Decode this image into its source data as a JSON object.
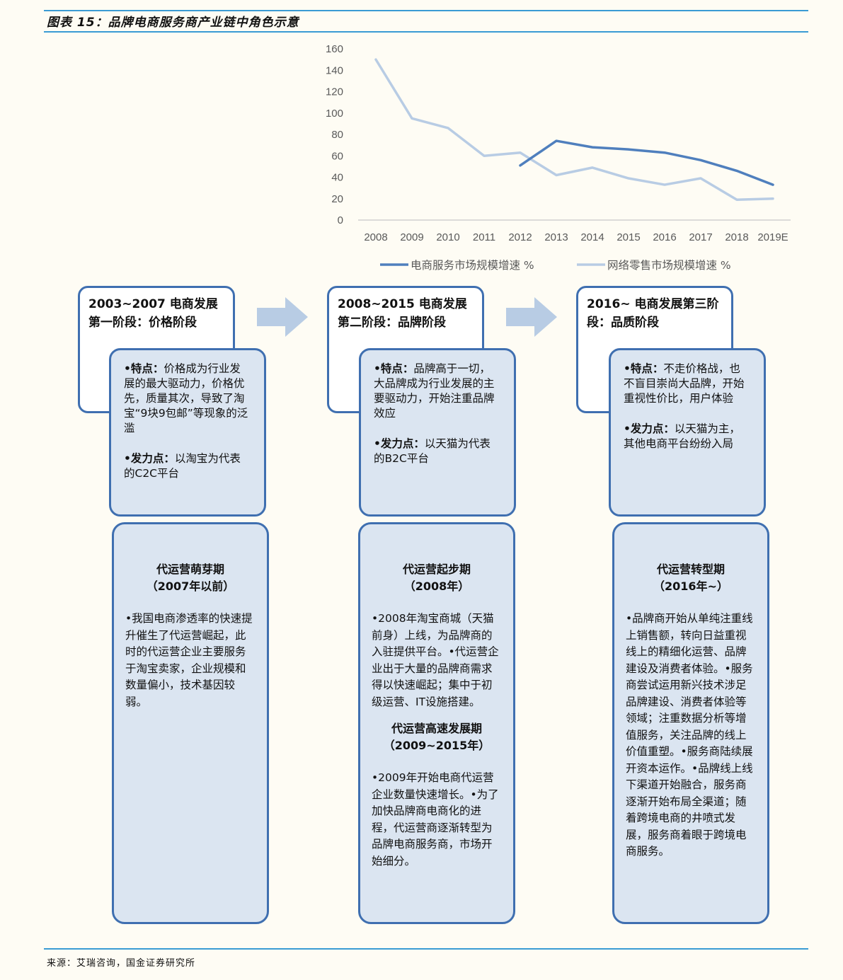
{
  "figure_title": "图表 15：品牌电商服务商产业链中角色示意",
  "source": "来源：艾瑞咨询，国金证券研究所",
  "colors": {
    "series1": "#4f7fbd",
    "series2": "#b8cce4",
    "rule": "#3a9bd4",
    "box_border": "#3f6fb0",
    "box_fill": "#dbe5f1"
  },
  "chart_data": {
    "type": "line",
    "categories": [
      "2008",
      "2009",
      "2010",
      "2011",
      "2012",
      "2013",
      "2014",
      "2015",
      "2016",
      "2017",
      "2018",
      "2019E"
    ],
    "ylim": [
      0,
      160
    ],
    "yticks": [
      0,
      20,
      40,
      60,
      80,
      100,
      120,
      140,
      160
    ],
    "grid": false,
    "legend_position": "bottom",
    "series": [
      {
        "name": "电商服务市场规模增速 %",
        "color": "#4f7fbd",
        "values": [
          null,
          null,
          null,
          null,
          51,
          74,
          68,
          66,
          63,
          56,
          46,
          33
        ]
      },
      {
        "name": "网络零售市场规模增速 %",
        "color": "#b8cce4",
        "values": [
          150,
          95,
          86,
          60,
          63,
          42,
          49,
          39,
          33,
          39,
          19,
          20
        ]
      }
    ]
  },
  "stages": [
    {
      "title": "2003~2007 电商发展第一阶段：价格阶段",
      "feature_label": "•特点：",
      "feature_text": "价格成为行业发展的最大驱动力，价格优先，质量其次，导致了淘宝“9块9包邮”等现象的泛滥",
      "force_label": "•发力点：",
      "force_text": "以淘宝为代表的C2C平台",
      "ops": [
        {
          "title": "代运营萌芽期",
          "sub": "（2007年以前）",
          "text": "•我国电商渗透率的快速提升催生了代运营崛起，此时的代运营企业主要服务于淘宝卖家，企业规模和数量偏小，技术基因较弱。"
        }
      ]
    },
    {
      "title": "2008~2015 电商发展第二阶段：品牌阶段",
      "feature_label": "•特点：",
      "feature_text": "品牌高于一切，大品牌成为行业发展的主要驱动力，开始注重品牌效应",
      "force_label": "•发力点：",
      "force_text": "以天猫为代表的B2C平台",
      "ops": [
        {
          "title": "代运营起步期",
          "sub": "（2008年）",
          "text": "•2008年淘宝商城（天猫前身）上线，为品牌商的入驻提供平台。•代运营企业出于大量的品牌商需求得以快速崛起；集中于初级运营、IT设施搭建。"
        },
        {
          "title": "代运营高速发展期",
          "sub": "（2009~2015年）",
          "text": "•2009年开始电商代运营企业数量快速增长。•为了加快品牌商电商化的进程，代运营商逐渐转型为品牌电商服务商，市场开始细分。"
        }
      ]
    },
    {
      "title": "2016~ 电商发展第三阶段：品质阶段",
      "feature_label": "•特点：",
      "feature_text": "不走价格战，也不盲目崇尚大品牌，开始重视性价比，用户体验",
      "force_label": "•发力点：",
      "force_text": "以天猫为主，其他电商平台纷纷入局",
      "ops": [
        {
          "title": "代运营转型期",
          "sub": "（2016年~）",
          "text": "•品牌商开始从单纯注重线上销售额，转向日益重视线上的精细化运营、品牌建设及消费者体验。•服务商尝试运用新兴技术涉足品牌建设、消费者体验等领域；注重数据分析等增值服务，关注品牌的线上价值重塑。•服务商陆续展开资本运作。•品牌线上线下渠道开始融合，服务商逐渐开始布局全渠道；随着跨境电商的井喷式发展，服务商着眼于跨境电商服务。"
        }
      ]
    }
  ]
}
